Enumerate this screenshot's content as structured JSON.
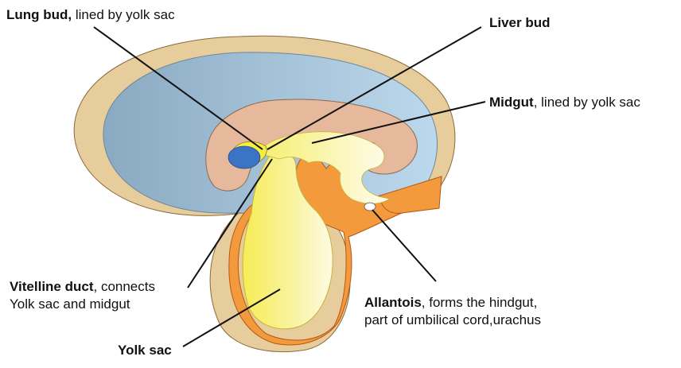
{
  "labels": {
    "lung_bud": {
      "bold": "Lung bud,",
      "rest": " lined by yolk sac"
    },
    "liver_bud": {
      "bold": "Liver bud",
      "rest": ""
    },
    "midgut": {
      "bold": "Midgut",
      "rest": ", lined by yolk sac"
    },
    "vitelline_duct": {
      "bold": "Vitelline duct",
      "rest": ", connects",
      "line2": "Yolk sac and midgut"
    },
    "allantois": {
      "bold": "Allantois",
      "rest": ", forms the hindgut,",
      "line2": "part of umbilical cord,urachus"
    },
    "yolk_sac": {
      "bold": "Yolk sac",
      "rest": ""
    }
  },
  "colors": {
    "outer_tan": "#e6cd9b",
    "amniotic_blue_dark": "#8fb0c8",
    "amniotic_blue_light": "#b9d6ea",
    "embryo_pink": "#e6b99d",
    "yolk_yellow": "#f7f08a",
    "yolk_light": "#fcf9cc",
    "allantois_orange": "#f29a3c",
    "lung_blue": "#3b74c4",
    "leader_line": "#111111"
  }
}
